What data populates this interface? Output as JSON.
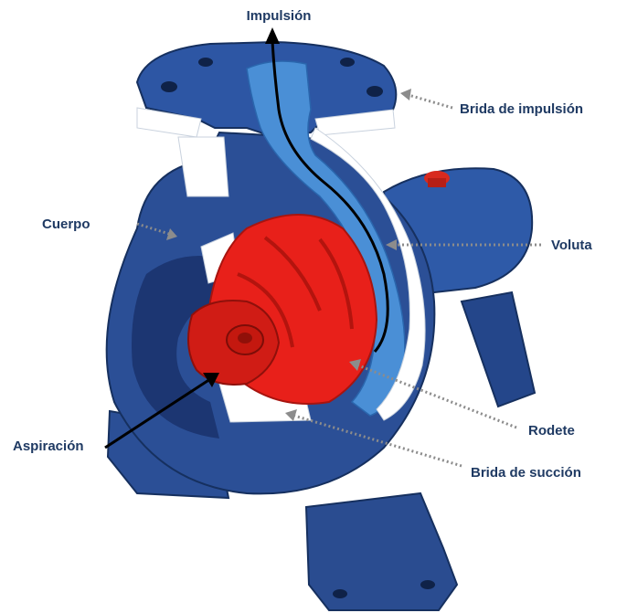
{
  "labels": {
    "impulsion": "Impulsión",
    "brida_impulsion": "Brida de impulsión",
    "cuerpo": "Cuerpo",
    "voluta": "Voluta",
    "aspiracion": "Aspiración",
    "rodete": "Rodete",
    "brida_succion": "Brida de succión"
  },
  "colors": {
    "casing_blue": "#2b4f96",
    "casing_dark": "#1c3672",
    "volute_channel": "#4a8fd6",
    "impeller_red": "#e8201a",
    "cut_face": "#ffffff",
    "label_text": "#1f3a63",
    "leader_grey": "#8c8c8c"
  }
}
